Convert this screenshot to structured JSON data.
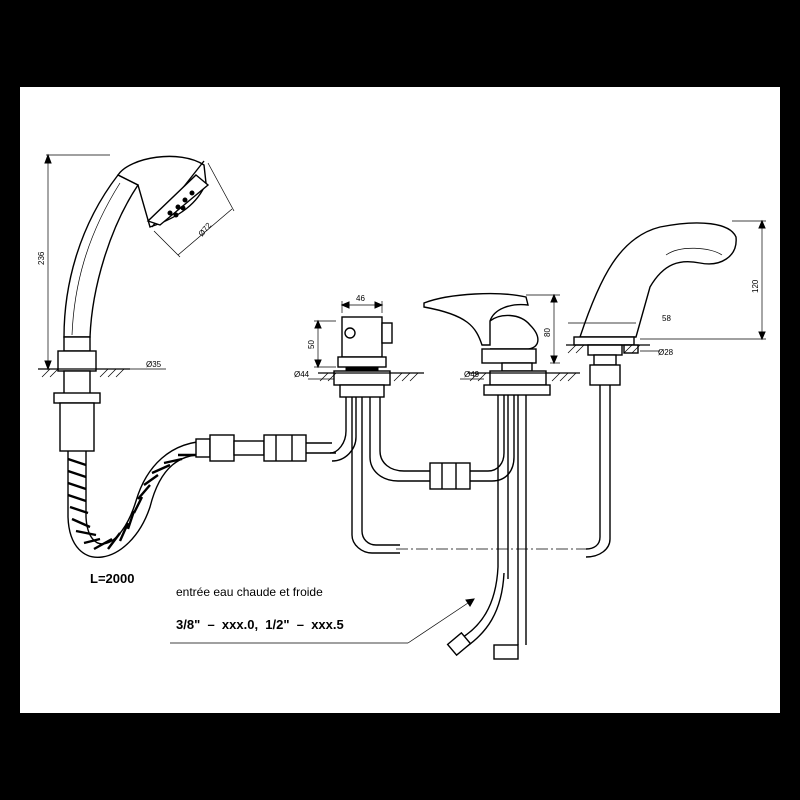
{
  "labels": {
    "length": "L=2000",
    "note_line1": "entrée eau chaude et froide",
    "note_line2": "3/8\"  –  xxx.0,  1/2\"  –  xxx.5"
  },
  "dimensions": {
    "shower_height": "236",
    "shower_head_diameter": "Ø72",
    "shower_base_diameter": "Ø35",
    "diverter_width": "46",
    "diverter_height": "50",
    "diverter_base_diameter": "Ø44",
    "mixer_height": "80",
    "mixer_base_diameter": "Ø49",
    "spout_height": "120",
    "spout_length": "58",
    "spout_base_diameter": "Ø28"
  }
}
